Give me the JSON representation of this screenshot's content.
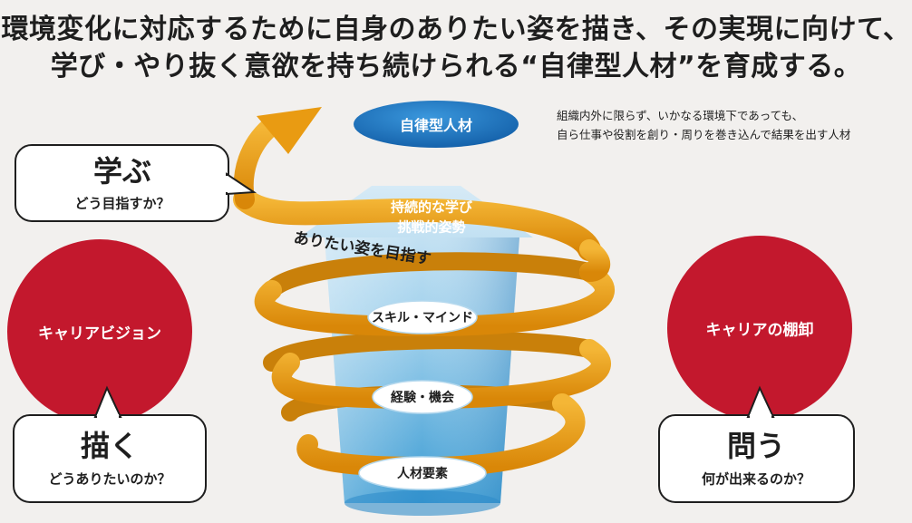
{
  "headline": {
    "line1": "環境変化に対応するために自身のありたい姿を描き、その実現に向けて、",
    "line2": "学び・やり抜く意欲を持ち続けられる“自律型人材”を育成する。"
  },
  "goal": {
    "label": "自律型人材",
    "description_line1": "組織内外に限らず、いかなる環境下であっても、",
    "description_line2": "自ら仕事や役割を創り・周りを巻き込んで結果を出す人材"
  },
  "arrow_text": {
    "line1": "持続的な学び",
    "line2": "挑戦的姿勢"
  },
  "spiral_label": "ありたい姿を目指す",
  "layers": [
    "スキル・マインド",
    "経験・機会",
    "人材要素"
  ],
  "left": {
    "learn_title": "学ぶ",
    "learn_sub": "どう目指すか？",
    "circle_label": "キャリアビジョン",
    "draw_title": "描く",
    "draw_sub": "どうありたいのか？"
  },
  "right": {
    "circle_label": "キャリアの棚卸",
    "ask_title": "問う",
    "ask_sub": "何が出来るのか？"
  },
  "colors": {
    "background": "#f2f0ee",
    "red": "#c3182d",
    "blue": "#1b77c2",
    "orange": "#e99b12",
    "light_blue": "#8ec8e6"
  }
}
